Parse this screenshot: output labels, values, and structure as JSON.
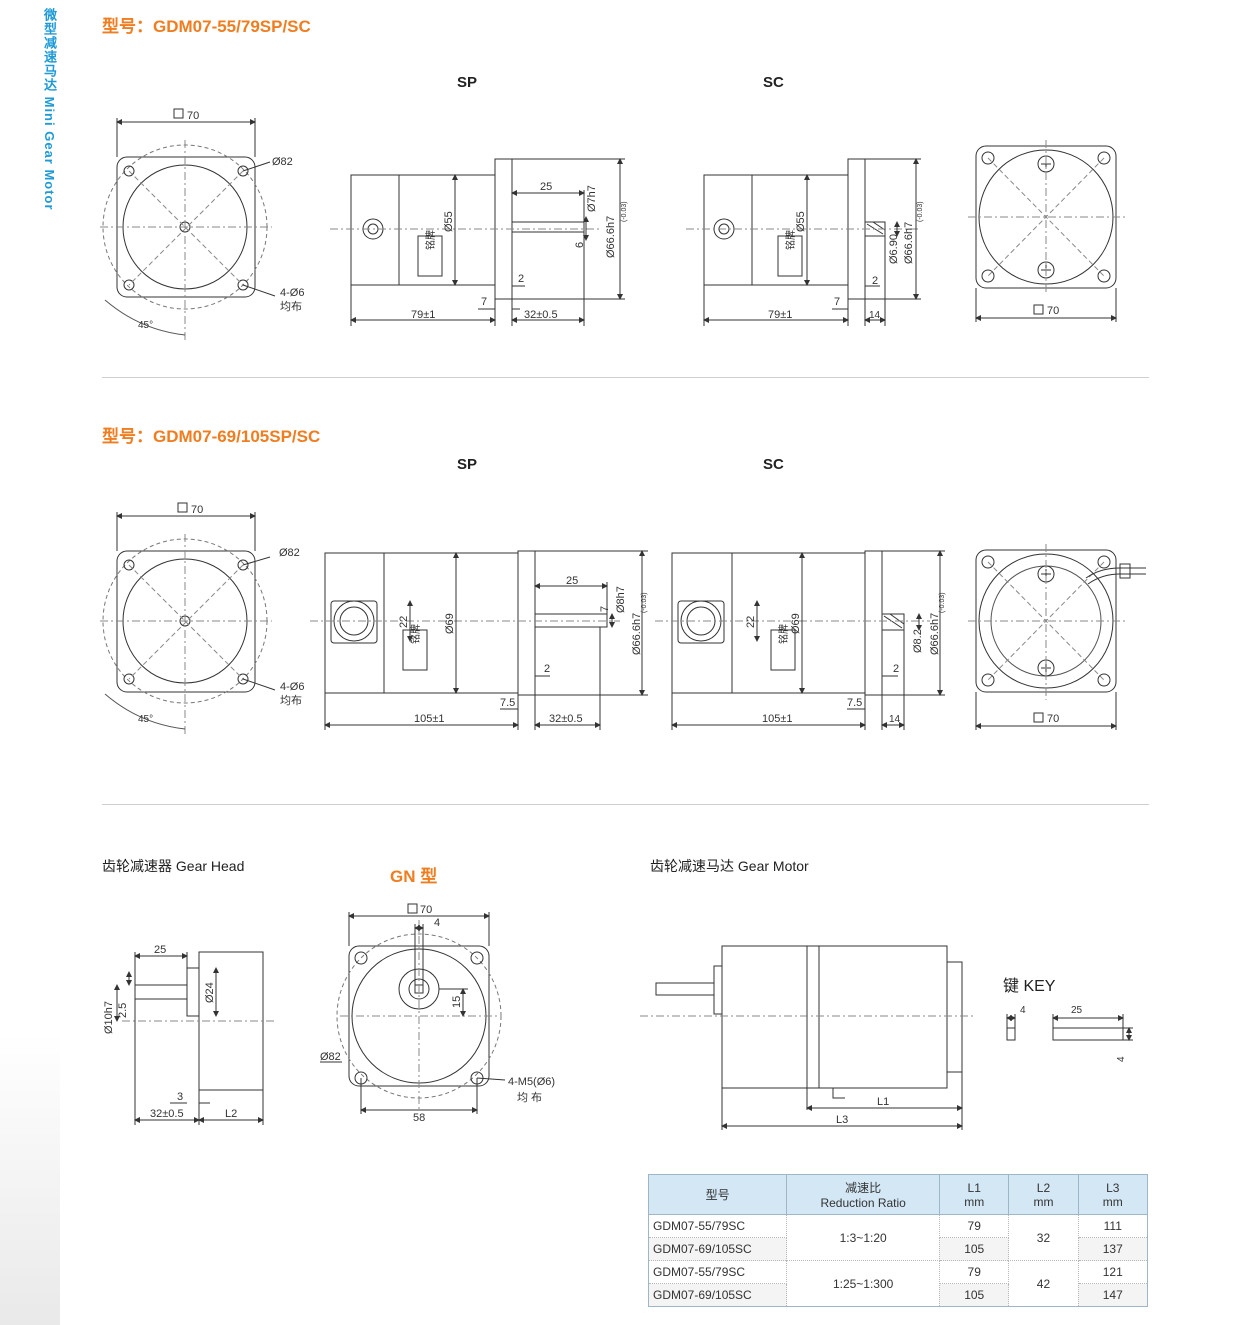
{
  "sidebar": {
    "label": "微型减速马达 Mini Gear Motor"
  },
  "section1": {
    "title": "型号：GDM07-55/79SP/SC",
    "view_sp": "SP",
    "view_sc": "SC",
    "dims": {
      "square": "70",
      "pcd": "Ø82",
      "holes": "4-Ø6",
      "holes_note": "均布",
      "angle": "45°",
      "body_dia": "Ø55",
      "length": "79±1",
      "shaft_len": "25",
      "shaft_dia": "Ø7h7",
      "key_h": "6",
      "pilot": "Ø66.6h7",
      "tol": "(-0.03)",
      "flange_t": "7",
      "gap": "2",
      "output": "32±0.5",
      "sc_dia": "Ø6.90",
      "sc_len": "14",
      "nameplate": "铭牌"
    }
  },
  "section2": {
    "title": "型号：GDM07-69/105SP/SC",
    "view_sp": "SP",
    "view_sc": "SC",
    "dims": {
      "square": "70",
      "pcd": "Ø82",
      "holes": "4-Ø6",
      "holes_note": "均布",
      "angle": "45°",
      "body_dia": "Ø69",
      "length": "105±1",
      "shaft_len": "25",
      "shaft_dia": "Ø8h7",
      "key_h": "7",
      "pilot": "Ø66.6h7",
      "tol": "(-0.03)",
      "flange_t": "7.5",
      "gap": "2",
      "output": "32±0.5",
      "box": "22",
      "sc_dia": "Ø8.2",
      "sc_len": "14",
      "nameplate": "铭牌"
    }
  },
  "gear_head": {
    "caption": "齿轮减速器 Gear Head",
    "shaft_len": "25",
    "shaft_dia": "Ø10h7",
    "key": "2.5",
    "hub": "Ø24",
    "step": "3",
    "output": "32±0.5",
    "body": "L2"
  },
  "gn": {
    "title": "GN 型",
    "square": "70",
    "key_w": "4",
    "key_h": "15",
    "pcd": "Ø82",
    "holes": "4-M5(Ø6)",
    "holes_note": "均 布",
    "width": "58"
  },
  "gear_motor": {
    "caption": "齿轮减速马达 Gear Motor",
    "l1": "L1",
    "l3": "L3",
    "key_title": "键 KEY",
    "key_w": "4",
    "key_len": "25",
    "key_h": "4"
  },
  "table": {
    "headers": {
      "model": "型号",
      "ratio_cn": "减速比",
      "ratio_en": "Reduction Ratio",
      "l1": "L1",
      "l2": "L2",
      "l3": "L3",
      "unit": "mm"
    },
    "rows": [
      {
        "model": "GDM07-55/79SC",
        "ratio": "1:3~1:20",
        "l1": "79",
        "l2": "32",
        "l3": "111"
      },
      {
        "model": "GDM07-69/105SC",
        "ratio": "",
        "l1": "105",
        "l2": "",
        "l3": "137"
      },
      {
        "model": "GDM07-55/79SC",
        "ratio": "1:25~1:300",
        "l1": "79",
        "l2": "42",
        "l3": "121"
      },
      {
        "model": "GDM07-69/105SC",
        "ratio": "",
        "l1": "105",
        "l2": "",
        "l3": "147"
      }
    ]
  },
  "colors": {
    "accent_orange": "#f07d1f",
    "accent_blue": "#1f9ad6",
    "table_header": "#d3e7f5"
  }
}
